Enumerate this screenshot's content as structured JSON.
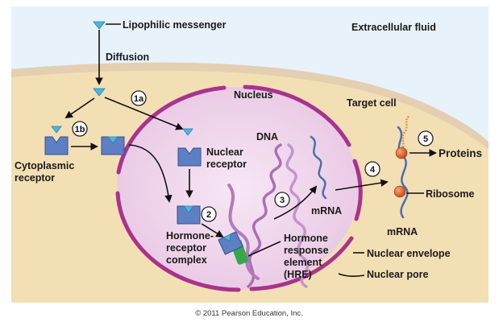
{
  "labels": {
    "lipophilic_messenger": "Lipophilic messenger",
    "extracellular_fluid": "Extracellular fluid",
    "diffusion": "Diffusion",
    "nucleus": "Nucleus",
    "target_cell": "Target cell",
    "dna": "DNA",
    "cytoplasmic_receptor_1": "Cytoplasmic",
    "cytoplasmic_receptor_2": "receptor",
    "nuclear_receptor_1": "Nuclear",
    "nuclear_receptor_2": "receptor",
    "hrc_1": "Hormone-",
    "hrc_2": "receptor",
    "hrc_3": "complex",
    "hre_1": "Hormone",
    "hre_2": "response",
    "hre_3": "element",
    "hre_4": "(HRE)",
    "mrna_nucleus": "mRNA",
    "mrna_cytoplasm": "mRNA",
    "proteins": "Proteins",
    "ribosome": "Ribosome",
    "nuclear_envelope": "Nuclear envelope",
    "nuclear_pore": "Nuclear pore"
  },
  "steps": {
    "s1a": "1a",
    "s1b": "1b",
    "s2": "2",
    "s3": "3",
    "s4": "4",
    "s5": "5"
  },
  "copyright": "© 2011 Pearson Education, Inc.",
  "colors": {
    "extracellular": "#e8f2fa",
    "cytoplasm": "#f3dfb4",
    "membrane": "#e6d2b8",
    "nucleoplasm": "#efd6ec",
    "nuclear_envelope": "#a8338f",
    "receptor": "#5e7fc4",
    "messenger": "#49b8e2",
    "dna": "#a870b4",
    "hre": "#35a94a",
    "mrna": "#4a6fae",
    "ribosome": "#d9622b"
  }
}
